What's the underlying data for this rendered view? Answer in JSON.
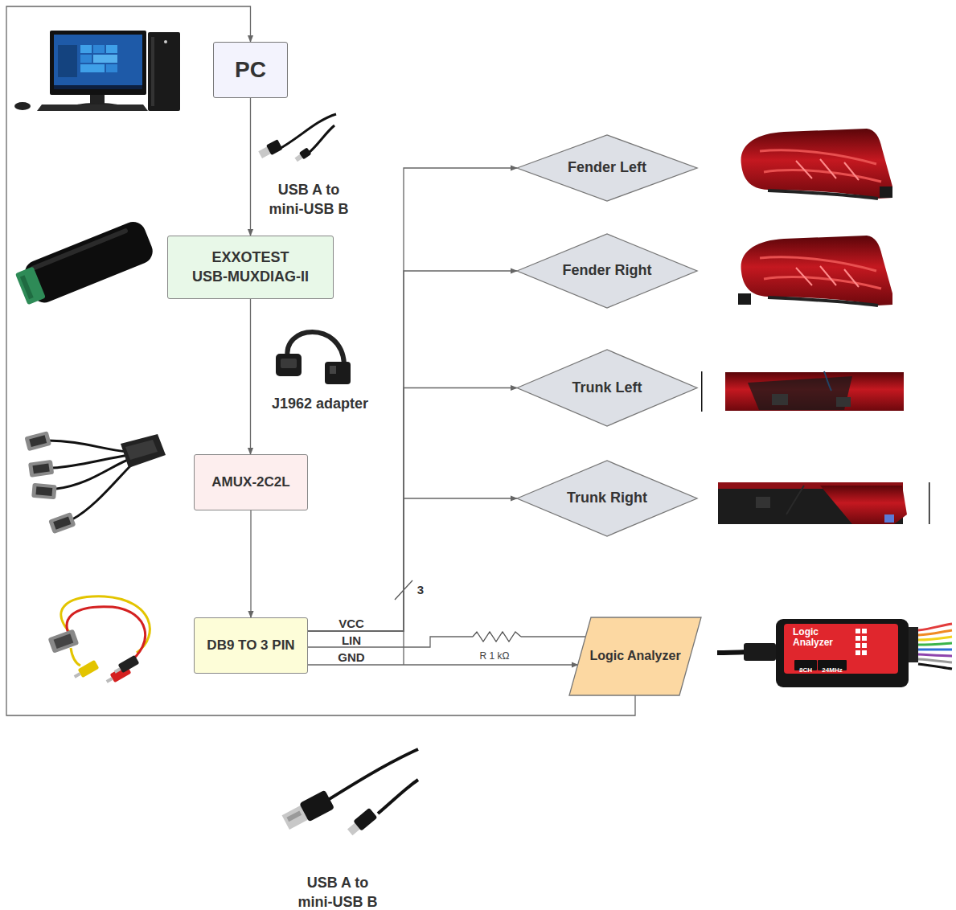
{
  "diagram": {
    "nodes": [
      {
        "text": [
          "PC"
        ]
      },
      {
        "text": [
          "EXXOTEST USB-MUXDIAG-II"
        ]
      },
      {
        "text": [
          "AMUX-2C2L"
        ]
      },
      {
        "text": [
          "DB9 TO 3 PIN"
        ]
      },
      {
        "text": [
          "Fender Left"
        ]
      },
      {
        "text": [
          "Fender Right"
        ]
      },
      {
        "text": [
          "Trunk Left"
        ]
      },
      {
        "text": [
          "Trunk Right"
        ]
      },
      {
        "text": [
          "Logic Analyzer"
        ]
      }
    ],
    "edges": [
      {
        "from": 0,
        "to": 1,
        "arrow": "to",
        "label": "USB A to mini-USB B"
      },
      {
        "from": 1,
        "to": 2,
        "arrow": "to",
        "label": "J1962 adapter"
      },
      {
        "from": 2,
        "to": 3,
        "arrow": "to"
      },
      {
        "from": 3,
        "to": 4,
        "arrow": "to"
      },
      {
        "from": 3,
        "to": 5,
        "arrow": "to"
      },
      {
        "from": 3,
        "to": 6,
        "arrow": "to"
      },
      {
        "from": 3,
        "to": 7,
        "arrow": "to"
      },
      {
        "from": 3,
        "to": 8,
        "arrow": "none"
      },
      {
        "from": 3,
        "to": 8,
        "arrow": "to"
      },
      {
        "from": 8,
        "to": 0,
        "arrow": "to"
      }
    ],
    "labels": [
      "VCC",
      "LIN",
      "GND",
      "3",
      "R 1 kΩ",
      "Logic Analyzer",
      "8CH",
      "24MHz",
      "USB A to mini-USB B"
    ]
  }
}
